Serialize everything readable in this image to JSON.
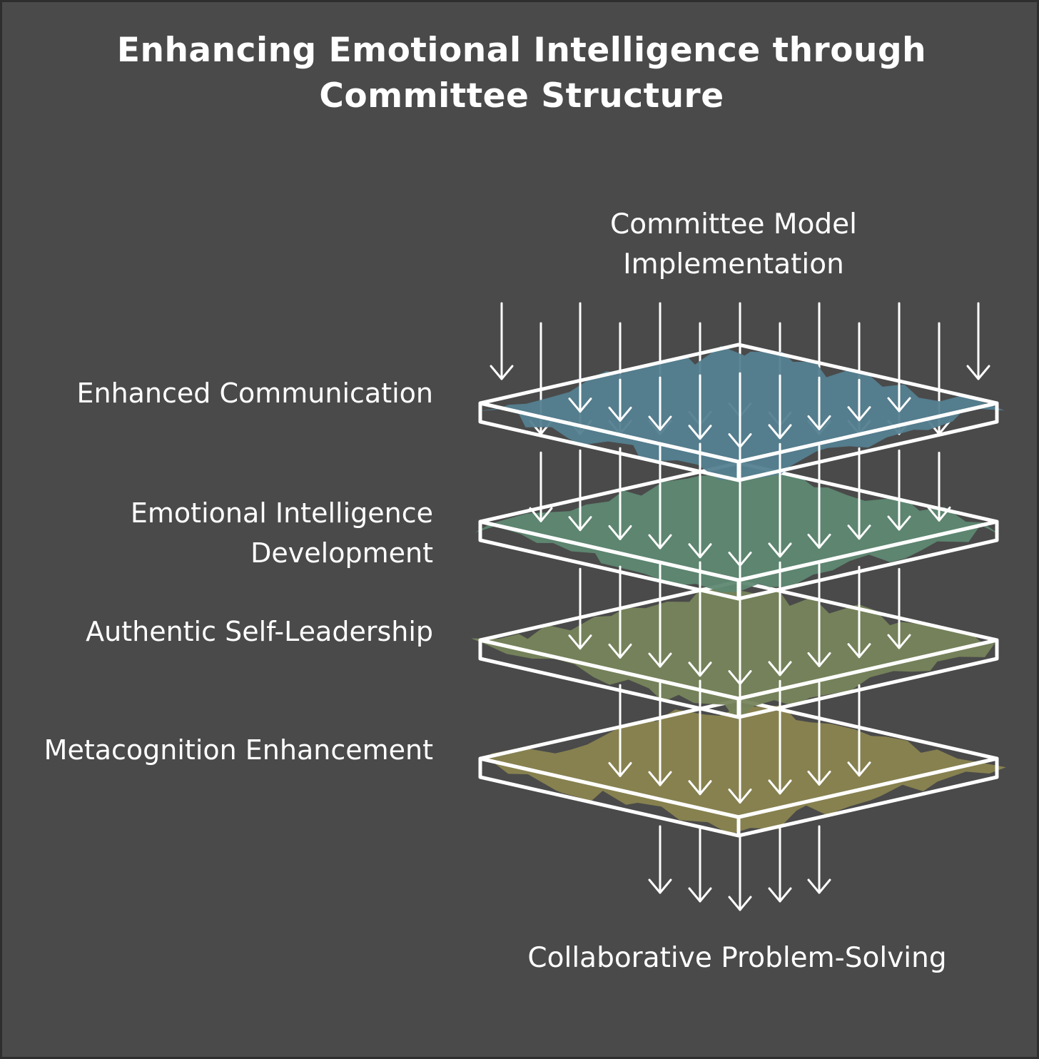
{
  "title": "Enhancing Emotional Intelligence through Committee Structure",
  "input_label": "Committee Model Implementation",
  "output_label": "Collaborative Problem-Solving",
  "layers": [
    {
      "label": "Enhanced Communication",
      "color": "#547f90"
    },
    {
      "label": "Emotional Intelligence Development",
      "color": "#5e8872"
    },
    {
      "label": "Authentic Self-Leadership",
      "color": "#76845b"
    },
    {
      "label": "Metacognition Enhancement",
      "color": "#8a8450"
    }
  ],
  "colors": {
    "background": "#4a4a4a",
    "stroke": "#ffffff",
    "text": "#ffffff"
  }
}
